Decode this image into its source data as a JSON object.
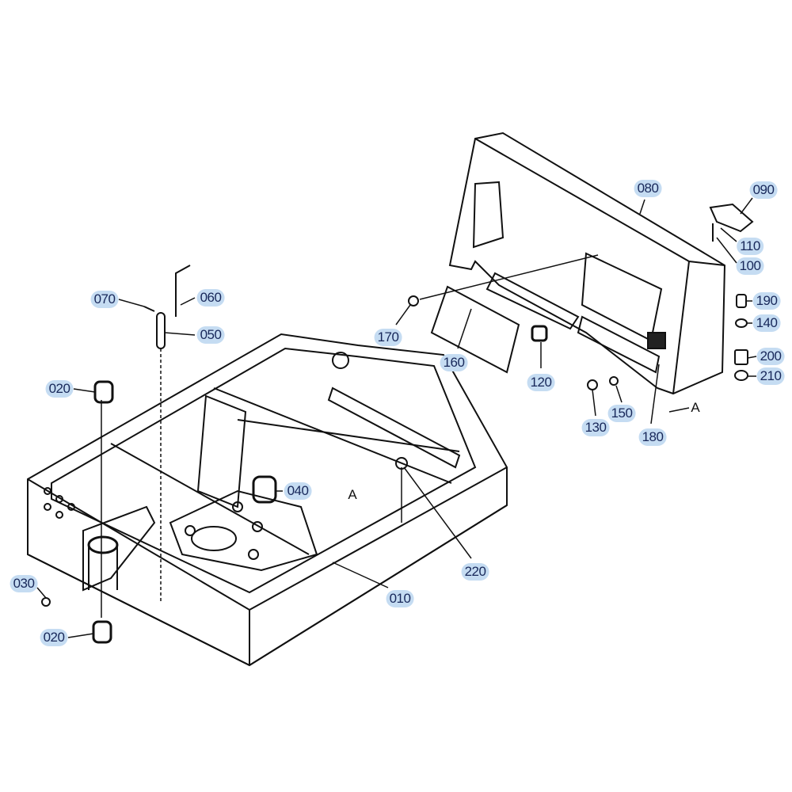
{
  "diagram": {
    "parts": [
      {
        "id": "p010",
        "label": "010",
        "highlighted": true
      },
      {
        "id": "p020a",
        "label": "020",
        "highlighted": true
      },
      {
        "id": "p020b",
        "label": "020",
        "highlighted": true
      },
      {
        "id": "p030",
        "label": "030",
        "highlighted": true
      },
      {
        "id": "p040",
        "label": "040",
        "highlighted": true
      },
      {
        "id": "p050",
        "label": "050",
        "highlighted": true
      },
      {
        "id": "p060",
        "label": "060",
        "highlighted": true
      },
      {
        "id": "p070",
        "label": "070",
        "highlighted": true
      },
      {
        "id": "p080",
        "label": "080",
        "highlighted": true
      },
      {
        "id": "p090",
        "label": "090",
        "highlighted": true
      },
      {
        "id": "p100",
        "label": "100",
        "highlighted": true
      },
      {
        "id": "p110",
        "label": "110",
        "highlighted": true
      },
      {
        "id": "p120",
        "label": "120",
        "highlighted": true
      },
      {
        "id": "p130",
        "label": "130",
        "highlighted": true
      },
      {
        "id": "p140",
        "label": "140",
        "highlighted": true
      },
      {
        "id": "p150",
        "label": "150",
        "highlighted": true
      },
      {
        "id": "p160",
        "label": "160",
        "highlighted": true
      },
      {
        "id": "p170",
        "label": "170",
        "highlighted": true
      },
      {
        "id": "p180",
        "label": "180",
        "highlighted": true
      },
      {
        "id": "p190",
        "label": "190",
        "highlighted": true
      },
      {
        "id": "p200",
        "label": "200",
        "highlighted": true
      },
      {
        "id": "p210",
        "label": "210",
        "highlighted": true
      },
      {
        "id": "p220",
        "label": "220",
        "highlighted": true
      }
    ],
    "refs": {
      "a1": "A",
      "a2": "A"
    },
    "colors": {
      "highlight": "#c5dcf2",
      "label": "#18285a",
      "line": "#111111"
    }
  }
}
